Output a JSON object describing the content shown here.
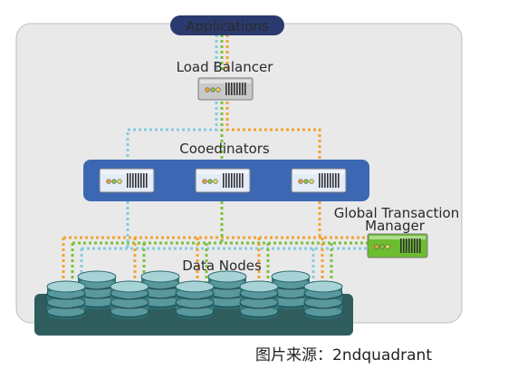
{
  "labels": {
    "applications": "Applications",
    "load_balancer": "Load Balancer",
    "coordinators": "Cooedinators",
    "gtm_line1": "Global Transaction",
    "gtm_line2": "Manager",
    "data_nodes": "Data Nodes"
  },
  "caption": "图片来源：2ndquadrant",
  "colors": {
    "panel": "#e9e9e9",
    "panel_border": "#bdbdbd",
    "applications_pill": "#2b3a6e",
    "coordinator_band": "#3c68b3",
    "coordinator_server": "#e4ecf8",
    "gtm_server": "#6cbd2f",
    "data_node_base": "#2f5c5c",
    "disk_top": "#a7d3d6",
    "disk_side": "#317a7f",
    "link_orange": "#f4a234",
    "link_cyan": "#86cbe0",
    "link_green": "#7cc13a"
  },
  "icons": {
    "server": "server-icon",
    "database": "database-icon"
  }
}
